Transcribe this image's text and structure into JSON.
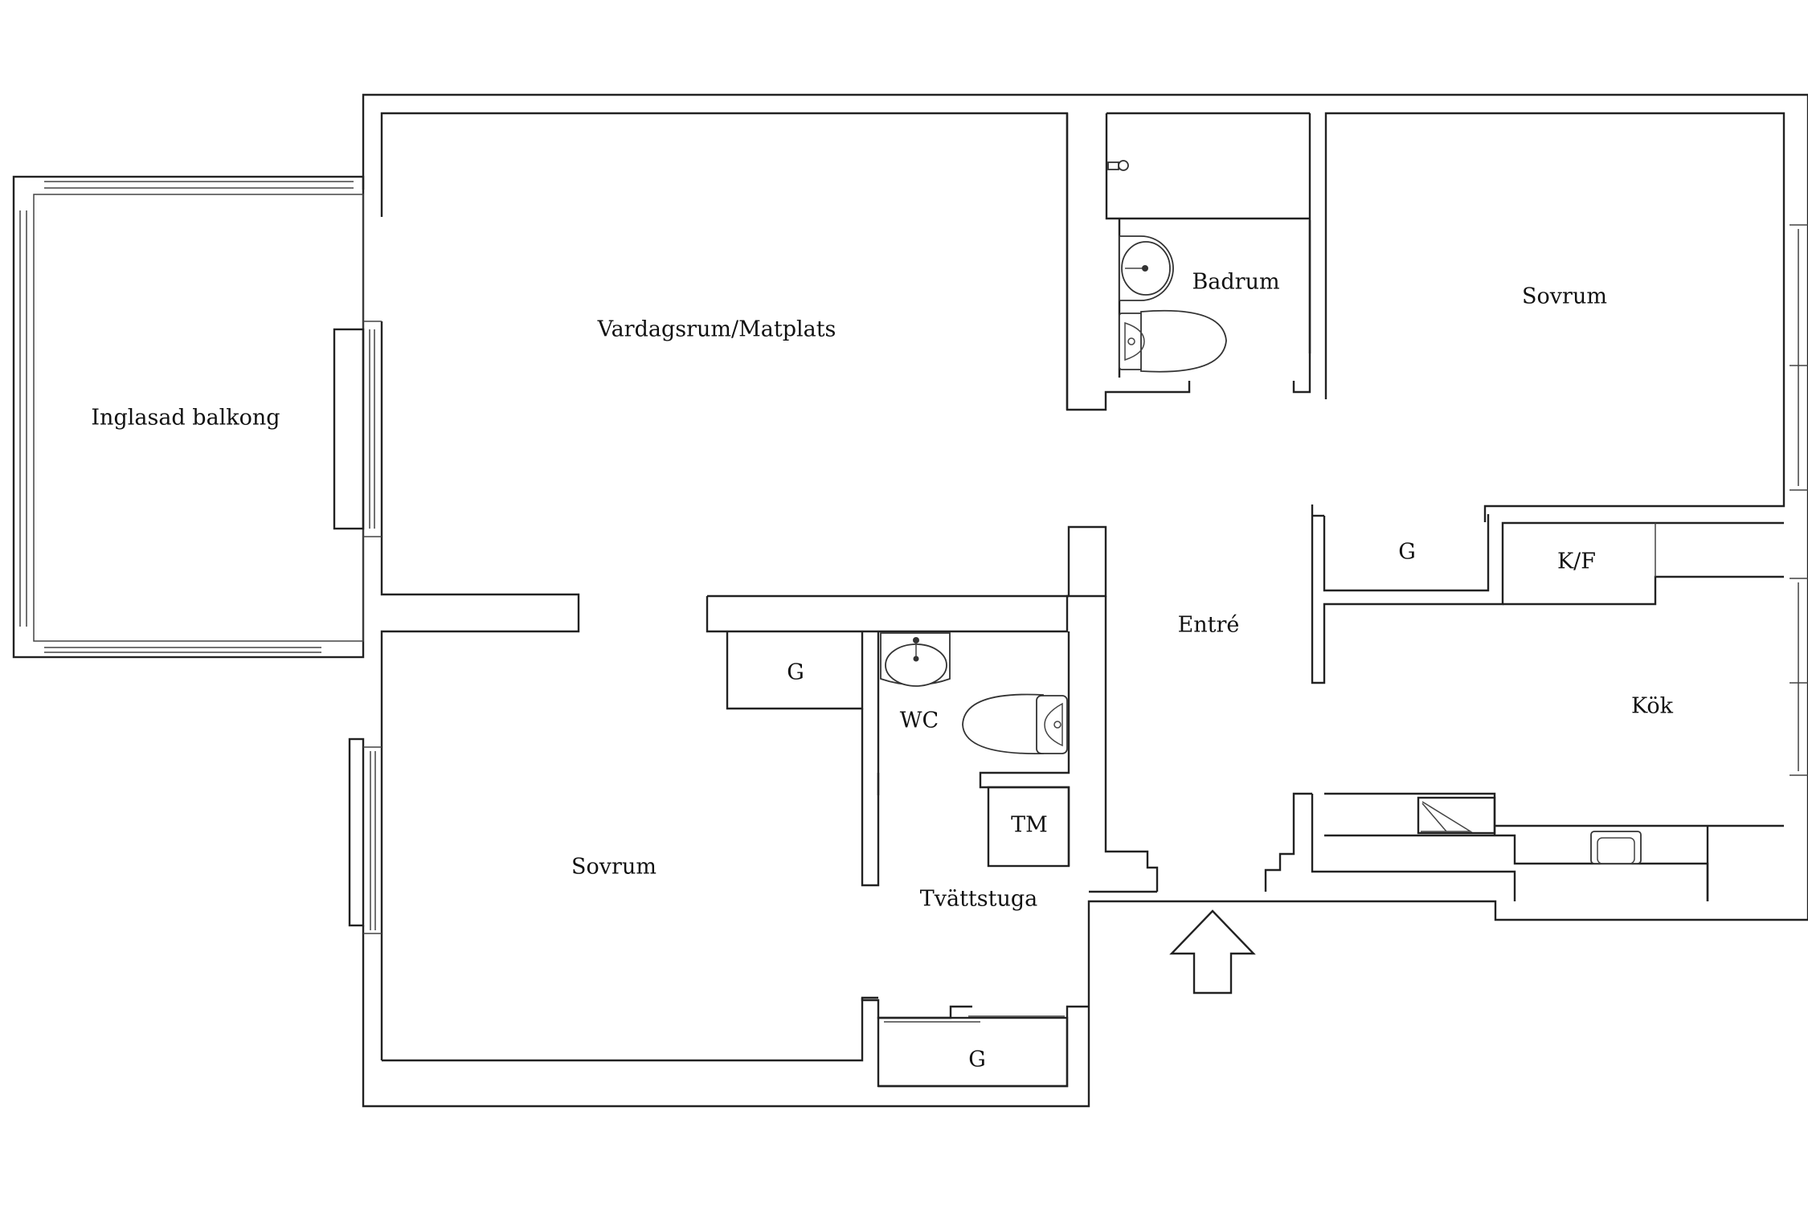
{
  "rooms": {
    "balcony": "Inglasad balkong",
    "living": "Vardagsrum/Matplats",
    "bathroom": "Badrum",
    "bedroom_ne": "Sovrum",
    "closet_hall": "G",
    "fridge": "K/F",
    "entrance": "Entré",
    "kitchen": "Kök",
    "closet_wc": "G",
    "wc": "WC",
    "washer": "TM",
    "bedroom_sw": "Sovrum",
    "laundry": "Tvättstuga",
    "closet_laundry": "G"
  },
  "icons": {
    "entrance_arrow": "arrow-up-icon",
    "toilet": "toilet-icon",
    "sink": "sink-icon",
    "kitchen_sink": "kitchen-sink-icon",
    "shower": "shower-icon",
    "stove": "stove-icon"
  },
  "colors": {
    "wall": "#222222",
    "background": "#ffffff",
    "text": "#111111"
  }
}
